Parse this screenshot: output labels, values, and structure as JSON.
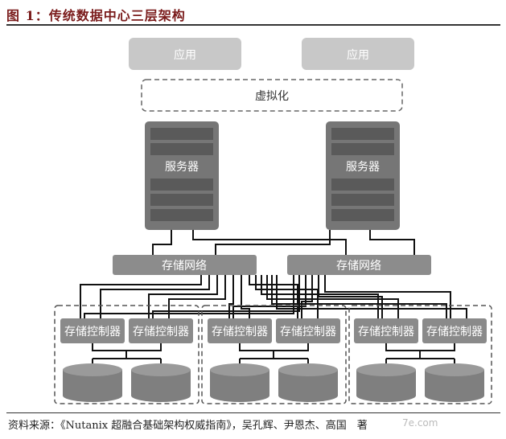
{
  "figure": {
    "title": "图 1：传统数据中心三层架构",
    "source": "资料来源：《Nutanix 超融合基础架构权威指南》，吴孔辉、尹恩杰、高国　著",
    "watermark": "7e.com"
  },
  "diagram": {
    "applications": [
      "应用",
      "应用"
    ],
    "virtualization": "虚拟化",
    "servers": [
      "服务器",
      "服务器"
    ],
    "storage_networks": [
      "存储网络",
      "存储网络"
    ],
    "storage_groups": [
      {
        "controllers": [
          "存储控制器",
          "存储控制器"
        ]
      },
      {
        "controllers": [
          "存储控制器",
          "存储控制器"
        ]
      },
      {
        "controllers": [
          "存储控制器",
          "存储控制器"
        ]
      }
    ]
  },
  "colors": {
    "app_box": "#c8c8c8",
    "server_box": "#767676",
    "server_bar": "#5a5a5a",
    "network_box": "#8c8c8c",
    "controller_box": "#8a8a8a",
    "disk": "#7f7f7f",
    "line": "#111111",
    "title": "#7a1b1b"
  }
}
